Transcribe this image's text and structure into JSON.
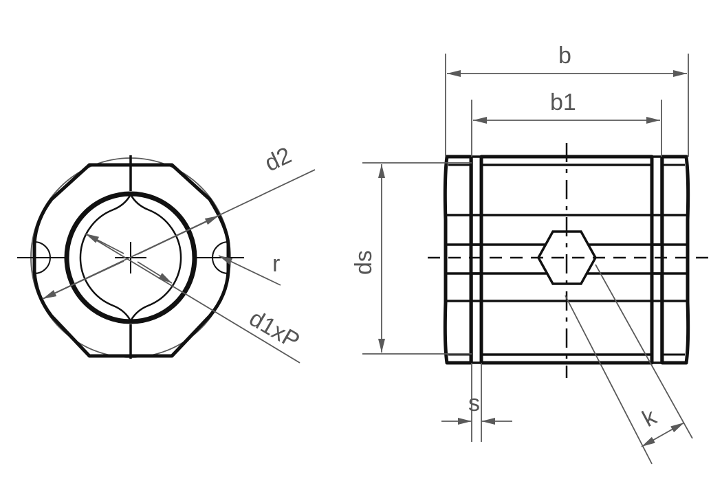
{
  "drawing": {
    "title": "Clamp collar / shaft coupling technical drawing",
    "views": {
      "end_view": {
        "labels": {
          "d2": "d2",
          "r": "r",
          "d1xP": "d1xP"
        }
      },
      "side_view": {
        "labels": {
          "b": "b",
          "b1": "b1",
          "ds": "ds",
          "s": "s",
          "k": "k"
        }
      }
    },
    "colors": {
      "outline": "#111111",
      "dimension": "#5a5a5a",
      "background": "#ffffff"
    }
  }
}
